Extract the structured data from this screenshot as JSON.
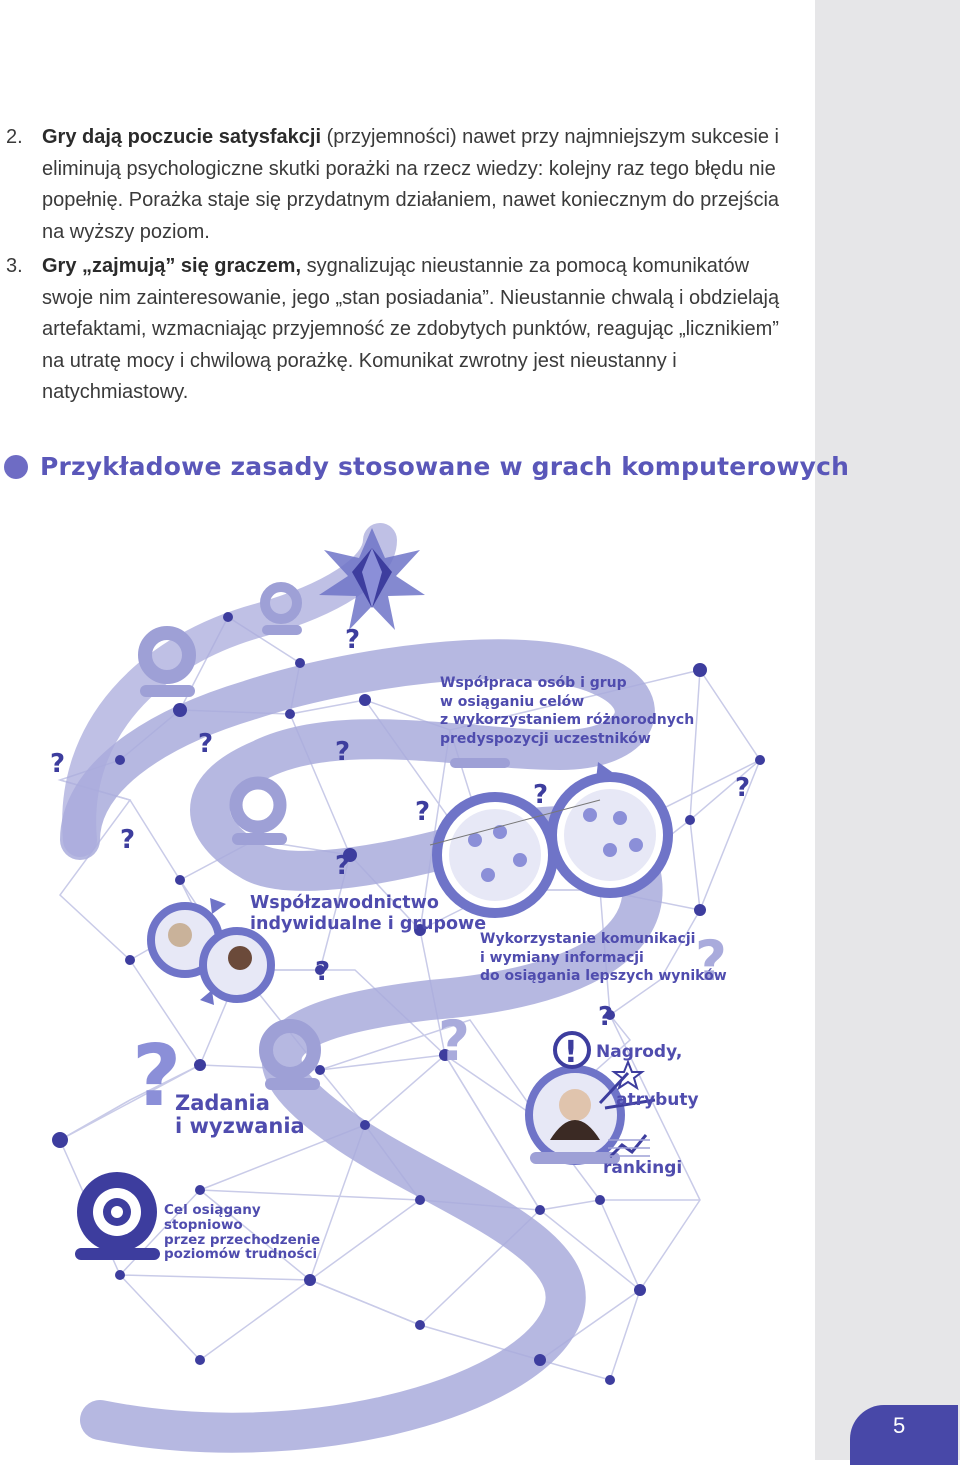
{
  "list": {
    "items": [
      {
        "num": "2.",
        "bold": "Gry dają poczucie satysfakcji",
        "text": " (przyjemności) nawet przy najmniejszym sukcesie i eliminują psychologiczne skutki porażki na rzecz wiedzy: kolejny raz tego błędu nie popełnię. Porażka staje się przydatnym działaniem, nawet koniecznym do przejścia na wyższy poziom."
      },
      {
        "num": "3.",
        "bold": "Gry „zajmują” się graczem,",
        "text": " sygnalizując nieustannie za pomocą komunikatów swoje nim zainteresowanie, jego „stan posiadania”. Nieustannie chwalą i obdzielają artefaktami, wzmacniając przyjemność ze zdobytych punktów, reagując „licznikiem” na utratę mocy i chwilową porażkę. Komunikat zwrotny jest nieustanny i natychmiastowy."
      }
    ]
  },
  "heading": "Przykładowe zasady stosowane w grach komputerowych",
  "diagram": {
    "labels": {
      "cooperation": "Współpraca osób i grup\nw osiąganiu celów\nz wykorzystaniem różnorodnych\npredyspozycji uczestników",
      "competition": "Współzawodnictwo\nindywidualne i grupowe",
      "communication": "Wykorzystanie komunikacji\ni wymiany informacji\ndo osiągania lepszych wyników",
      "tasks": "Zadania\ni wyzwania",
      "rewards": "Nagrody,",
      "attributes": "atrybuty",
      "rankings": "rankingi",
      "goal": "Cel osiągany\nstopniowo\nprzez przechodzenie\npoziomów trudności"
    },
    "question_mark": "?",
    "exclamation": "!"
  },
  "colors": {
    "accent": "#5a57b9",
    "path": "#a9abdc",
    "node": "#3d3d9e",
    "line": "#c9cbe8"
  },
  "page_number": "5"
}
